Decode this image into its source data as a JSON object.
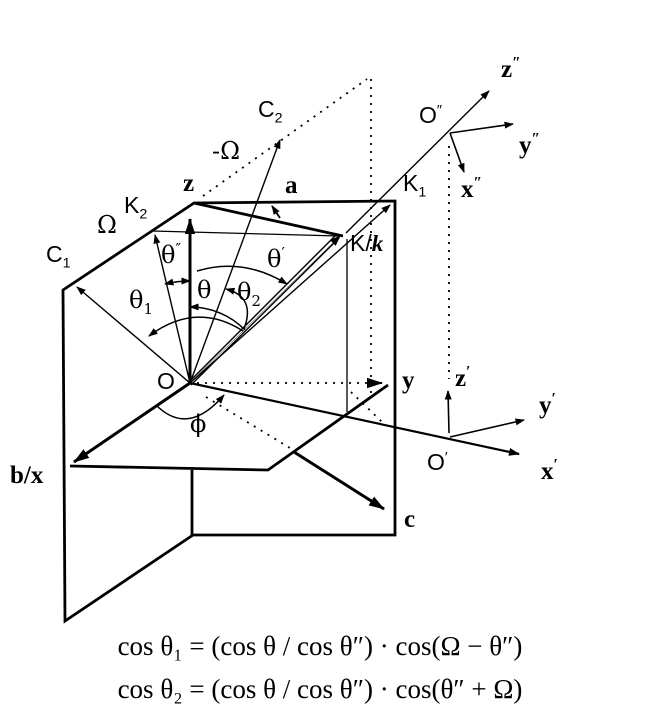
{
  "figure": {
    "background": "#ffffff",
    "ink": "#000000",
    "labels": {
      "c2": {
        "base": "C",
        "sub": "2"
      },
      "neg_omega": {
        "base": "-Ω"
      },
      "z": {
        "base": "z"
      },
      "a": {
        "base": "a"
      },
      "k2": {
        "base": "K",
        "sub": "2"
      },
      "omega": {
        "base": "Ω"
      },
      "c1": {
        "base": "C",
        "sub": "1"
      },
      "z_dp": {
        "base": "z",
        "sup": "″"
      },
      "o_dp": {
        "base": "O",
        "sup": "″"
      },
      "y_dp": {
        "base": "y",
        "sup": "″"
      },
      "x_dp": {
        "base": "x",
        "sup": "″"
      },
      "k1": {
        "base": "K",
        "sub": "1"
      },
      "k_over_k": {
        "base": "K/",
        "italic": "k"
      },
      "theta_dp": {
        "base": "θ",
        "sup": "″"
      },
      "theta_p": {
        "base": "θ",
        "sup": "′"
      },
      "theta": {
        "base": "θ"
      },
      "theta2": {
        "base": "θ",
        "sub": "2"
      },
      "theta1": {
        "base": "θ",
        "sub": "1"
      },
      "origin": {
        "base": "O"
      },
      "y": {
        "base": "y"
      },
      "z_p": {
        "base": "z",
        "sup": "′"
      },
      "y_p": {
        "base": "y",
        "sup": "′"
      },
      "o_p": {
        "base": "O",
        "sup": "′"
      },
      "x_p": {
        "base": "x",
        "sup": "′"
      },
      "b_over_x": {
        "base": "b/x"
      },
      "c": {
        "base": "c"
      },
      "phi": {
        "base": "ϕ"
      }
    },
    "equations": {
      "line1": "cos θ₁ = (cos θ / cos θ″) · cos(Ω − θ″)",
      "line2": "cos θ₂ = (cos θ / cos θ″) · cos(θ″ + Ω)"
    }
  }
}
